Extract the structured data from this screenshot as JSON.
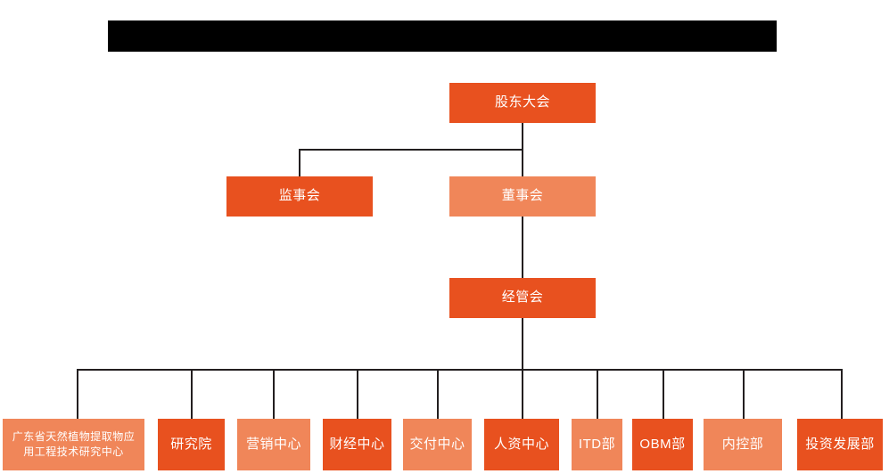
{
  "chart": {
    "type": "org-chart",
    "title_bar": {
      "label": "",
      "redacted": true,
      "color": "#000000"
    },
    "colors": {
      "dark_orange": "#E8511F",
      "light_salmon": "#F08659",
      "connector": "#231f20",
      "text": "#FFFFFF"
    },
    "levels": [
      {
        "level": 1,
        "nodes": [
          {
            "id": "shareholders",
            "label": "股东大会",
            "shade": "dark"
          }
        ]
      },
      {
        "level": 2,
        "nodes": [
          {
            "id": "supervisors",
            "label": "监事会",
            "shade": "dark"
          },
          {
            "id": "directors",
            "label": "董事会",
            "shade": "light"
          }
        ]
      },
      {
        "level": 3,
        "nodes": [
          {
            "id": "management",
            "label": "经管会",
            "shade": "dark"
          }
        ]
      },
      {
        "level": 4,
        "nodes": [
          {
            "id": "research-center",
            "label": "广东省天然植物提取物应用工程技术研究中心",
            "shade": "light"
          },
          {
            "id": "institute",
            "label": "研究院",
            "shade": "dark"
          },
          {
            "id": "marketing",
            "label": "营销中心",
            "shade": "light"
          },
          {
            "id": "finance",
            "label": "财经中心",
            "shade": "dark"
          },
          {
            "id": "delivery",
            "label": "交付中心",
            "shade": "light"
          },
          {
            "id": "hr",
            "label": "人资中心",
            "shade": "dark"
          },
          {
            "id": "itd",
            "label": "ITD部",
            "shade": "light"
          },
          {
            "id": "obm",
            "label": "OBM部",
            "shade": "dark"
          },
          {
            "id": "internal-control",
            "label": "内控部",
            "shade": "light"
          },
          {
            "id": "investment",
            "label": "投资发展部",
            "shade": "dark"
          }
        ]
      }
    ]
  }
}
